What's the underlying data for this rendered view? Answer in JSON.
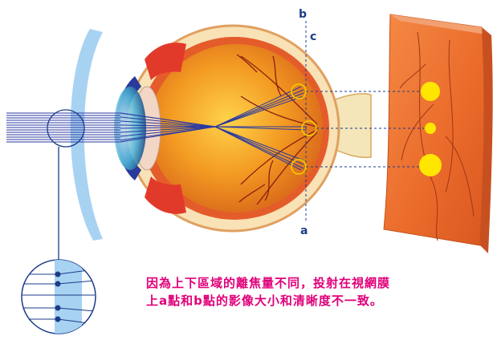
{
  "labels": {
    "b": "b",
    "c": "c",
    "a": "a"
  },
  "caption": {
    "line1": "因為上下區域的離焦量不同，投射在視網膜",
    "line2": "上a點和b點的影像大小和清晰度不一致。"
  },
  "colors": {
    "label": "#1b3d86",
    "caption": "#e0007a",
    "lens": "#9cc9ef",
    "rays": "#2a3aa0",
    "blur_spot": "#ffe600",
    "retina_ring": "#f2c500",
    "tissue": "#f07a3a"
  }
}
